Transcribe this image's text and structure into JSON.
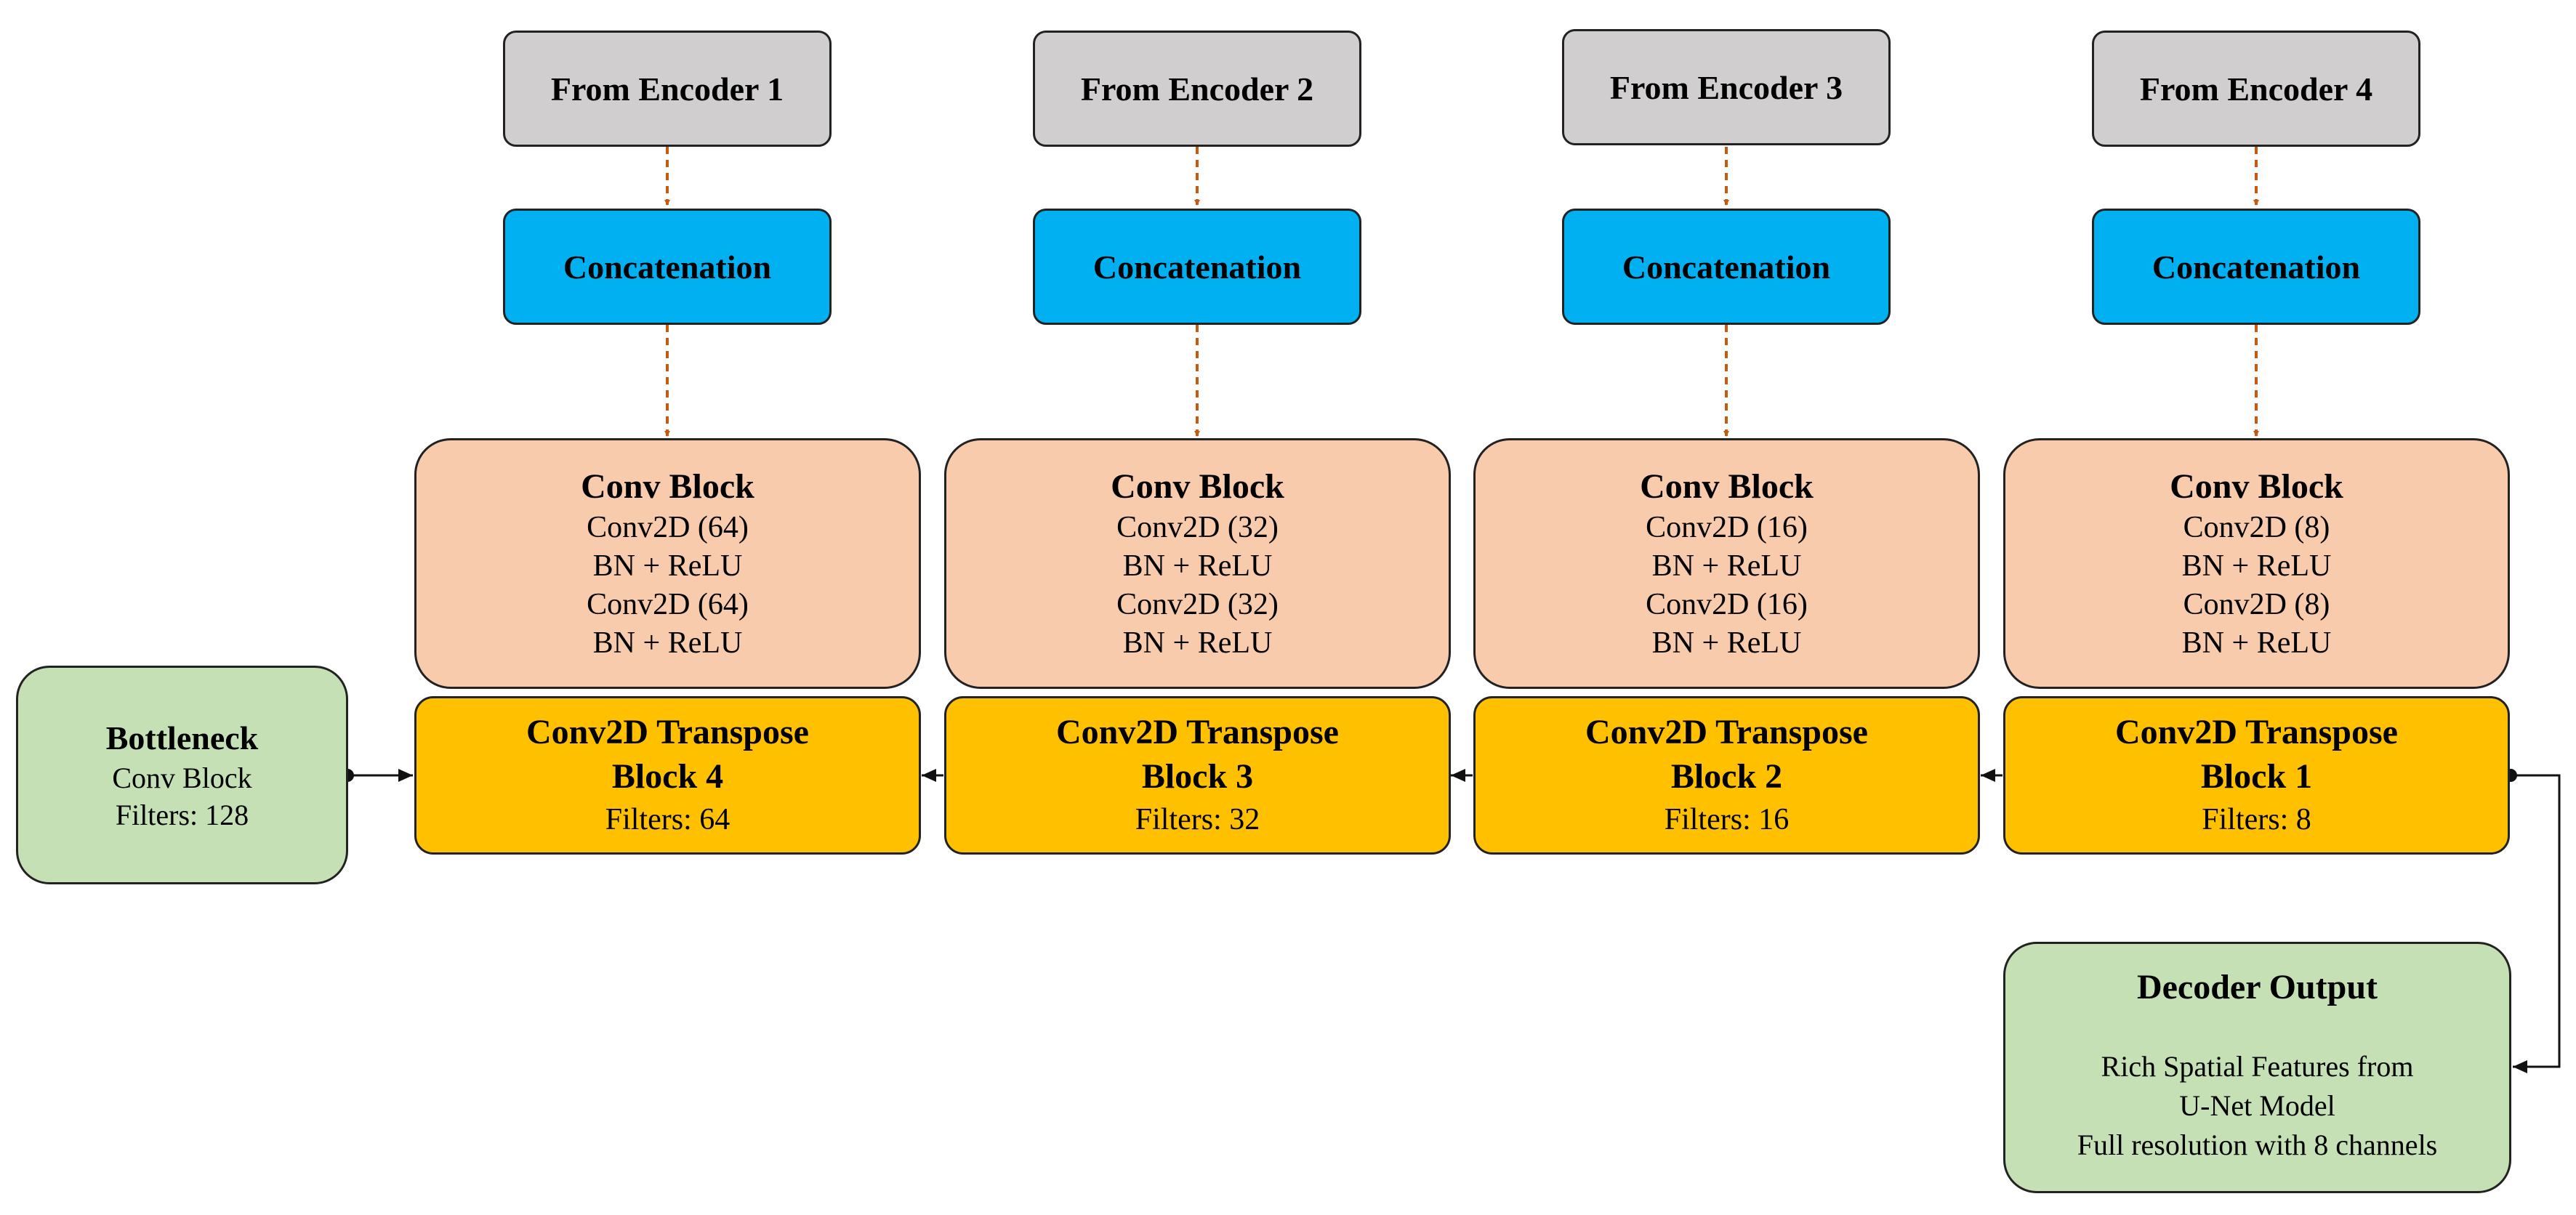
{
  "encoders": [
    "From Encoder 1",
    "From Encoder 2",
    "From Encoder 3",
    "From Encoder 4"
  ],
  "concat_label": "Concatenation",
  "conv_blocks": [
    {
      "title": "Conv Block",
      "lines": [
        "Conv2D (64)",
        "BN + ReLU",
        "Conv2D (64)",
        "BN + ReLU"
      ]
    },
    {
      "title": "Conv Block",
      "lines": [
        "Conv2D (32)",
        "BN + ReLU",
        "Conv2D (32)",
        "BN + ReLU"
      ]
    },
    {
      "title": "Conv Block",
      "lines": [
        "Conv2D (16)",
        "BN + ReLU",
        "Conv2D (16)",
        "BN + ReLU"
      ]
    },
    {
      "title": "Conv Block",
      "lines": [
        "Conv2D (8)",
        "BN + ReLU",
        "Conv2D (8)",
        "BN + ReLU"
      ]
    }
  ],
  "transpose_blocks": [
    {
      "title": "Conv2D Transpose",
      "block": "Block 4",
      "filters": "Filters: 64"
    },
    {
      "title": "Conv2D Transpose",
      "block": "Block 3",
      "filters": "Filters: 32"
    },
    {
      "title": "Conv2D Transpose",
      "block": "Block 2",
      "filters": "Filters: 16"
    },
    {
      "title": "Conv2D Transpose",
      "block": "Block 1",
      "filters": "Filters: 8"
    }
  ],
  "bottleneck": {
    "title": "Bottleneck",
    "line1": "Conv Block",
    "line2": "Filters: 128"
  },
  "output": {
    "title": "Decoder Output",
    "lines": [
      "Rich Spatial Features from",
      "U-Net Model",
      "Full resolution with 8 channels"
    ]
  },
  "colors": {
    "encoder": "#d0cece",
    "concat": "#00b0f0",
    "conv": "#f8cbad",
    "transpose": "#ffc000",
    "green": "#c5e0b4",
    "dashed_arrow": "#c55a11"
  }
}
